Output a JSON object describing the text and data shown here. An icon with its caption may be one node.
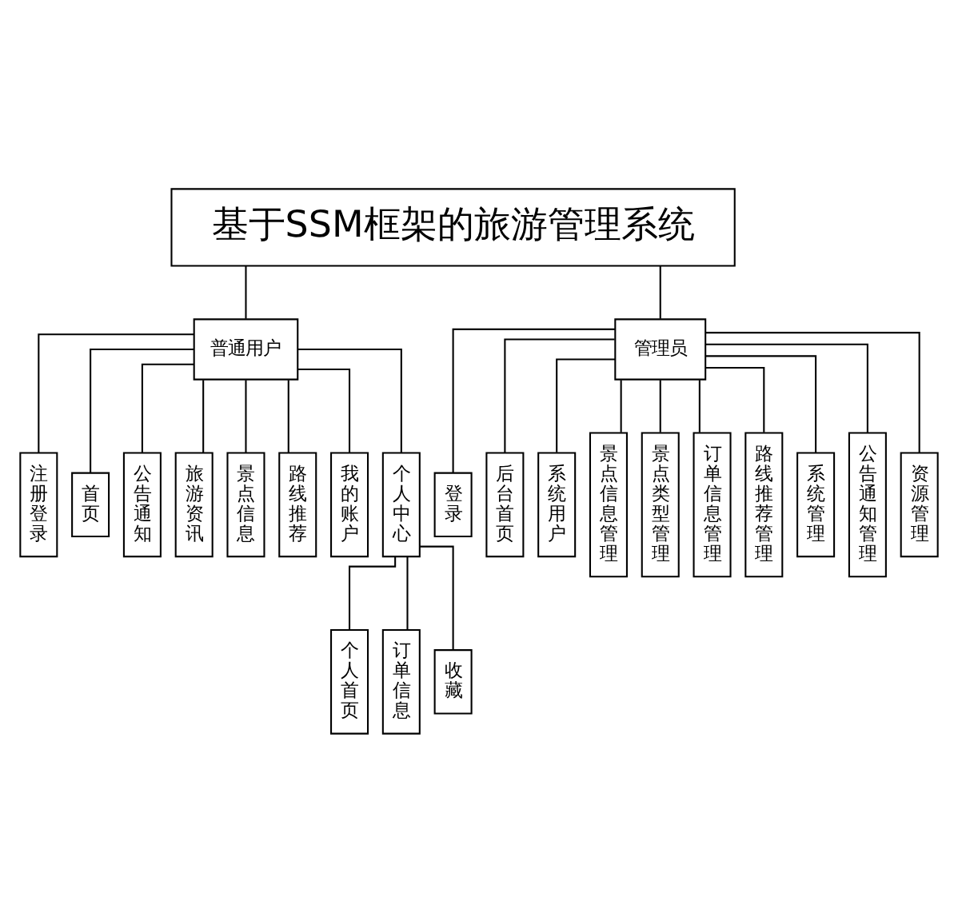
{
  "diagram": {
    "nodes": [
      {
        "text": [
          "基于SSM框架的旅游管理系统"
        ]
      },
      {
        "text": [
          "普通用户"
        ]
      },
      {
        "text": [
          "管理员"
        ]
      },
      {
        "text": [
          "注册登录"
        ]
      },
      {
        "text": [
          "首页"
        ]
      },
      {
        "text": [
          "公告通知"
        ]
      },
      {
        "text": [
          "旅游资讯"
        ]
      },
      {
        "text": [
          "景点信息"
        ]
      },
      {
        "text": [
          "路线推荐"
        ]
      },
      {
        "text": [
          "我的账户"
        ]
      },
      {
        "text": [
          "个人中心"
        ]
      },
      {
        "text": [
          "登录"
        ]
      },
      {
        "text": [
          "后台首页"
        ]
      },
      {
        "text": [
          "系统用户"
        ]
      },
      {
        "text": [
          "景点信息管理"
        ]
      },
      {
        "text": [
          "景点类型管理"
        ]
      },
      {
        "text": [
          "订单信息管理"
        ]
      },
      {
        "text": [
          "路线推荐管理"
        ]
      },
      {
        "text": [
          "系统管理"
        ]
      },
      {
        "text": [
          "公告通知管理"
        ]
      },
      {
        "text": [
          "资源管理"
        ]
      },
      {
        "text": [
          "个人首页"
        ]
      },
      {
        "text": [
          "订单信息"
        ]
      },
      {
        "text": [
          "收藏"
        ]
      }
    ],
    "edges": [
      {
        "from": 0,
        "to": 1,
        "arrow": "none"
      },
      {
        "from": 0,
        "to": 2,
        "arrow": "none"
      },
      {
        "from": 1,
        "to": 3,
        "arrow": "none"
      },
      {
        "from": 1,
        "to": 4,
        "arrow": "none"
      },
      {
        "from": 1,
        "to": 5,
        "arrow": "none"
      },
      {
        "from": 1,
        "to": 6,
        "arrow": "none"
      },
      {
        "from": 1,
        "to": 7,
        "arrow": "none"
      },
      {
        "from": 1,
        "to": 8,
        "arrow": "none"
      },
      {
        "from": 1,
        "to": 9,
        "arrow": "none"
      },
      {
        "from": 1,
        "to": 10,
        "arrow": "none"
      },
      {
        "from": 2,
        "to": 11,
        "arrow": "none"
      },
      {
        "from": 2,
        "to": 12,
        "arrow": "none"
      },
      {
        "from": 2,
        "to": 13,
        "arrow": "none"
      },
      {
        "from": 2,
        "to": 14,
        "arrow": "none"
      },
      {
        "from": 2,
        "to": 15,
        "arrow": "none"
      },
      {
        "from": 2,
        "to": 16,
        "arrow": "none"
      },
      {
        "from": 2,
        "to": 17,
        "arrow": "none"
      },
      {
        "from": 2,
        "to": 18,
        "arrow": "none"
      },
      {
        "from": 2,
        "to": 19,
        "arrow": "none"
      },
      {
        "from": 2,
        "to": 20,
        "arrow": "none"
      },
      {
        "from": 10,
        "to": 21,
        "arrow": "none"
      },
      {
        "from": 10,
        "to": 22,
        "arrow": "none"
      },
      {
        "from": 10,
        "to": 23,
        "arrow": "none"
      }
    ]
  }
}
